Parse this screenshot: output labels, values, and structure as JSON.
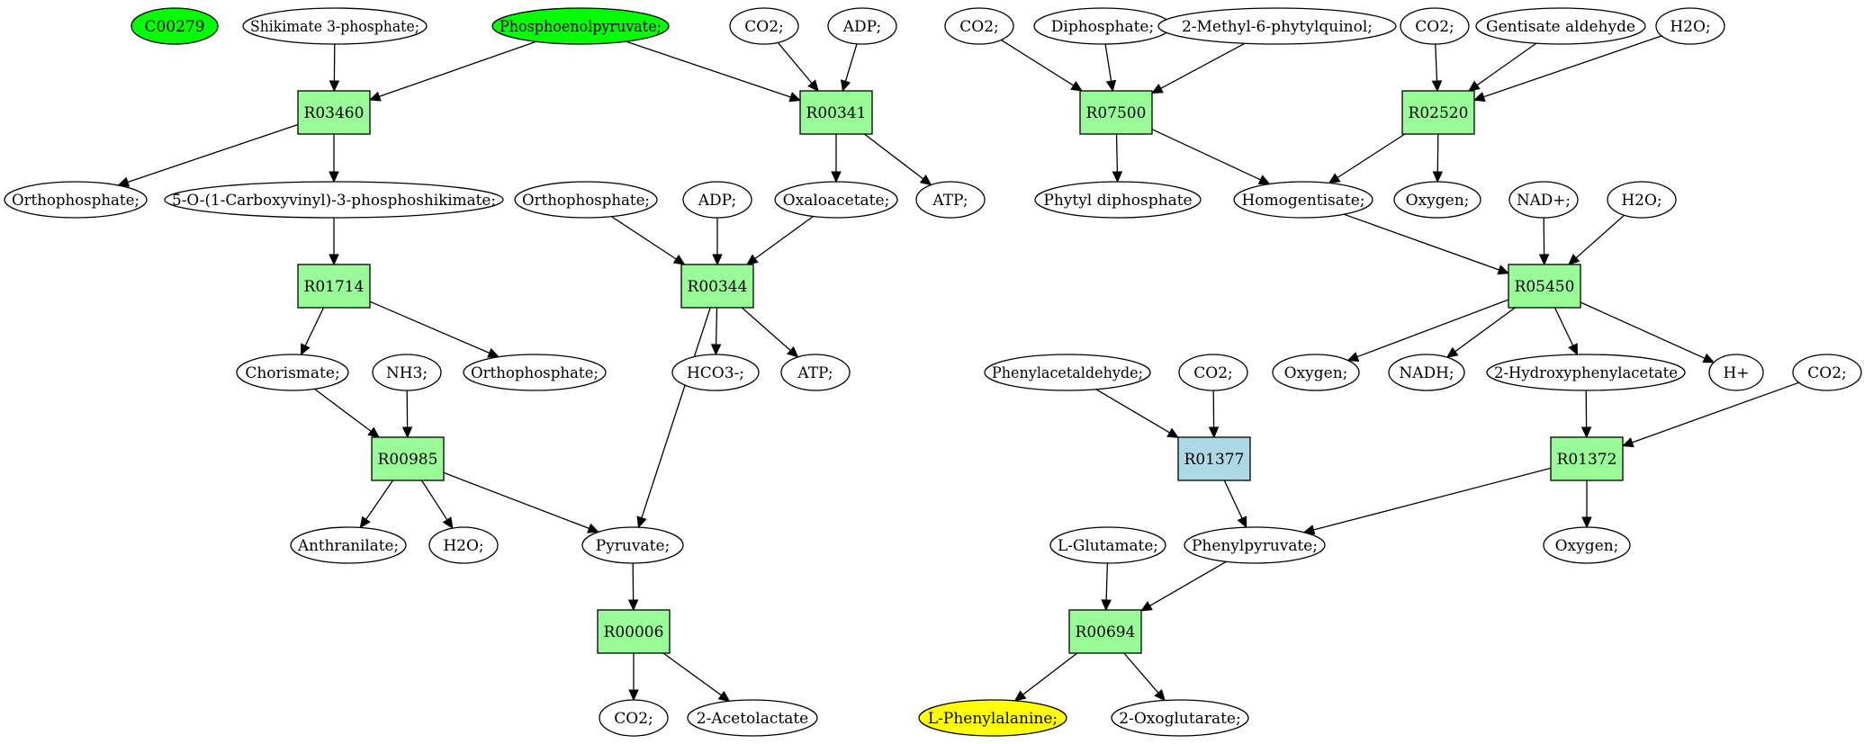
{
  "colors": {
    "default_fill": "#ffffff",
    "reaction_fill": "#98fb98",
    "highlight_reaction_fill": "#add8e6",
    "source_compound_fill": "#00ff00",
    "target_compound_fill": "#ffff00",
    "stroke": "#000000"
  },
  "nodes": [
    {
      "id": "C00279",
      "label": "C00279",
      "kind": "compound",
      "color": "#00ff00"
    },
    {
      "id": "shik3p",
      "label": "Shikimate 3-phosphate;",
      "kind": "compound"
    },
    {
      "id": "pep",
      "label": "Phosphoenolpyruvate;",
      "kind": "compound",
      "color": "#00ff00"
    },
    {
      "id": "co2a",
      "label": "CO2;",
      "kind": "compound"
    },
    {
      "id": "adpa",
      "label": "ADP;",
      "kind": "compound"
    },
    {
      "id": "co2b",
      "label": "CO2;",
      "kind": "compound"
    },
    {
      "id": "diph",
      "label": "Diphosphate;",
      "kind": "compound"
    },
    {
      "id": "mpq",
      "label": "2-Methyl-6-phytylquinol;",
      "kind": "compound"
    },
    {
      "id": "co2c",
      "label": "CO2;",
      "kind": "compound"
    },
    {
      "id": "gald",
      "label": "Gentisate aldehyde",
      "kind": "compound"
    },
    {
      "id": "h2oa",
      "label": "H2O;",
      "kind": "compound"
    },
    {
      "id": "R03460",
      "label": "R03460",
      "kind": "reaction"
    },
    {
      "id": "R00341",
      "label": "R00341",
      "kind": "reaction"
    },
    {
      "id": "R07500",
      "label": "R07500",
      "kind": "reaction"
    },
    {
      "id": "R02520",
      "label": "R02520",
      "kind": "reaction"
    },
    {
      "id": "ortha",
      "label": "Orthophosphate;",
      "kind": "compound"
    },
    {
      "id": "ocvps",
      "label": "5-O-(1-Carboxyvinyl)-3-phosphoshikimate;",
      "kind": "compound"
    },
    {
      "id": "orthb",
      "label": "Orthophosphate;",
      "kind": "compound"
    },
    {
      "id": "adpb",
      "label": "ADP;",
      "kind": "compound"
    },
    {
      "id": "oxal",
      "label": "Oxaloacetate;",
      "kind": "compound"
    },
    {
      "id": "atpa",
      "label": "ATP;",
      "kind": "compound"
    },
    {
      "id": "phdp",
      "label": "Phytyl diphosphate",
      "kind": "compound"
    },
    {
      "id": "homog",
      "label": "Homogentisate;",
      "kind": "compound"
    },
    {
      "id": "oxya",
      "label": "Oxygen;",
      "kind": "compound"
    },
    {
      "id": "nad",
      "label": "NAD+;",
      "kind": "compound"
    },
    {
      "id": "h2ob",
      "label": "H2O;",
      "kind": "compound"
    },
    {
      "id": "R01714",
      "label": "R01714",
      "kind": "reaction"
    },
    {
      "id": "R00344",
      "label": "R00344",
      "kind": "reaction"
    },
    {
      "id": "R05450",
      "label": "R05450",
      "kind": "reaction"
    },
    {
      "id": "chor",
      "label": "Chorismate;",
      "kind": "compound"
    },
    {
      "id": "nh3",
      "label": "NH3;",
      "kind": "compound"
    },
    {
      "id": "orthc",
      "label": "Orthophosphate;",
      "kind": "compound"
    },
    {
      "id": "hco3",
      "label": "HCO3-;",
      "kind": "compound"
    },
    {
      "id": "atpb",
      "label": "ATP;",
      "kind": "compound"
    },
    {
      "id": "phald",
      "label": "Phenylacetaldehyde;",
      "kind": "compound"
    },
    {
      "id": "co2d",
      "label": "CO2;",
      "kind": "compound"
    },
    {
      "id": "oxyb",
      "label": "Oxygen;",
      "kind": "compound"
    },
    {
      "id": "nadh",
      "label": "NADH;",
      "kind": "compound"
    },
    {
      "id": "hpa",
      "label": "2-Hydroxyphenylacetate",
      "kind": "compound"
    },
    {
      "id": "hplus",
      "label": "H+",
      "kind": "compound"
    },
    {
      "id": "co2e",
      "label": "CO2;",
      "kind": "compound"
    },
    {
      "id": "R00985",
      "label": "R00985",
      "kind": "reaction"
    },
    {
      "id": "R01377",
      "label": "R01377",
      "kind": "reaction",
      "color": "#add8e6"
    },
    {
      "id": "R01372",
      "label": "R01372",
      "kind": "reaction"
    },
    {
      "id": "anth",
      "label": "Anthranilate;",
      "kind": "compound"
    },
    {
      "id": "h2oc",
      "label": "H2O;",
      "kind": "compound"
    },
    {
      "id": "pyr",
      "label": "Pyruvate;",
      "kind": "compound"
    },
    {
      "id": "lglu",
      "label": "L-Glutamate;",
      "kind": "compound"
    },
    {
      "id": "phpyr",
      "label": "Phenylpyruvate;",
      "kind": "compound"
    },
    {
      "id": "oxyc",
      "label": "Oxygen;",
      "kind": "compound"
    },
    {
      "id": "R00006",
      "label": "R00006",
      "kind": "reaction"
    },
    {
      "id": "R00694",
      "label": "R00694",
      "kind": "reaction"
    },
    {
      "id": "co2f",
      "label": "CO2;",
      "kind": "compound"
    },
    {
      "id": "acetol",
      "label": "2-Acetolactate",
      "kind": "compound"
    },
    {
      "id": "lphe",
      "label": "L-Phenylalanine;",
      "kind": "compound",
      "color": "#ffff00"
    },
    {
      "id": "oxog",
      "label": "2-Oxoglutarate;",
      "kind": "compound"
    }
  ],
  "edges": [
    [
      "shik3p",
      "R03460"
    ],
    [
      "pep",
      "R03460"
    ],
    [
      "pep",
      "R00341"
    ],
    [
      "co2a",
      "R00341"
    ],
    [
      "adpa",
      "R00341"
    ],
    [
      "co2b",
      "R07500"
    ],
    [
      "diph",
      "R07500"
    ],
    [
      "mpq",
      "R07500"
    ],
    [
      "co2c",
      "R02520"
    ],
    [
      "gald",
      "R02520"
    ],
    [
      "h2oa",
      "R02520"
    ],
    [
      "R03460",
      "ortha"
    ],
    [
      "R03460",
      "ocvps"
    ],
    [
      "R00341",
      "oxal"
    ],
    [
      "R00341",
      "atpa"
    ],
    [
      "R07500",
      "phdp"
    ],
    [
      "R07500",
      "homog"
    ],
    [
      "R02520",
      "homog"
    ],
    [
      "R02520",
      "oxya"
    ],
    [
      "ocvps",
      "R01714"
    ],
    [
      "orthb",
      "R00344"
    ],
    [
      "adpb",
      "R00344"
    ],
    [
      "oxal",
      "R00344"
    ],
    [
      "homog",
      "R05450"
    ],
    [
      "nad",
      "R05450"
    ],
    [
      "h2ob",
      "R05450"
    ],
    [
      "R01714",
      "chor"
    ],
    [
      "R01714",
      "orthc"
    ],
    [
      "R00344",
      "hco3"
    ],
    [
      "R00344",
      "atpb"
    ],
    [
      "R00344",
      "pyr"
    ],
    [
      "R05450",
      "oxyb"
    ],
    [
      "R05450",
      "nadh"
    ],
    [
      "R05450",
      "hpa"
    ],
    [
      "R05450",
      "hplus"
    ],
    [
      "chor",
      "R00985"
    ],
    [
      "nh3",
      "R00985"
    ],
    [
      "phald",
      "R01377"
    ],
    [
      "co2d",
      "R01377"
    ],
    [
      "hpa",
      "R01372"
    ],
    [
      "co2e",
      "R01372"
    ],
    [
      "R00985",
      "anth"
    ],
    [
      "R00985",
      "h2oc"
    ],
    [
      "R00985",
      "pyr"
    ],
    [
      "R01377",
      "phpyr"
    ],
    [
      "R01372",
      "phpyr"
    ],
    [
      "R01372",
      "oxyc"
    ],
    [
      "pyr",
      "R00006"
    ],
    [
      "lglu",
      "R00694"
    ],
    [
      "phpyr",
      "R00694"
    ],
    [
      "R00006",
      "co2f"
    ],
    [
      "R00006",
      "acetol"
    ],
    [
      "R00694",
      "lphe"
    ],
    [
      "R00694",
      "oxog"
    ]
  ]
}
